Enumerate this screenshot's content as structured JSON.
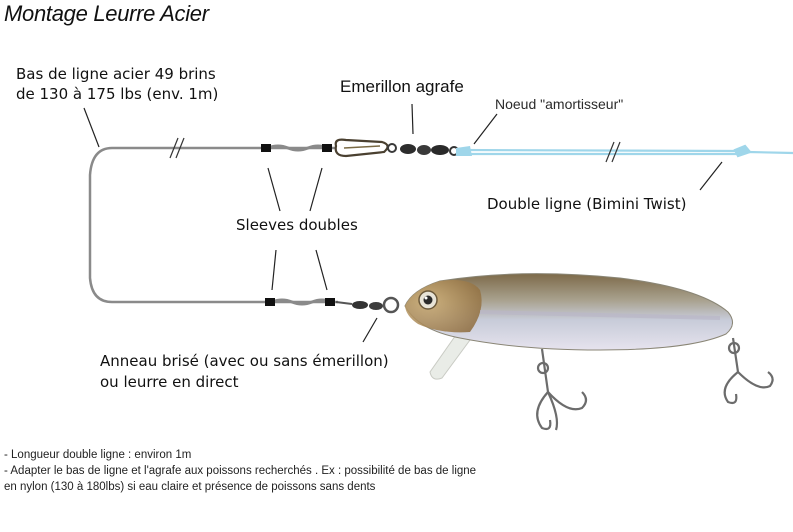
{
  "title": "Montage Leurre Acier",
  "labels": {
    "leader_line1": "Bas de ligne acier 49 brins",
    "leader_line2": "de 130 à 175 lbs (env. 1m)",
    "swivel": "Emerillon agrafe",
    "knot": "Noeud \"amortisseur\"",
    "sleeves": "Sleeves doubles",
    "double_line": "Double ligne (Bimini Twist)",
    "ring_line1": "Anneau brisé (avec ou sans émerillon)",
    "ring_line2": "ou leurre en direct"
  },
  "notes": [
    "- Longueur double ligne : environ 1m",
    "- Adapter le bas de ligne et l'agrafe aux poissons recherchés . Ex : possibilité de bas de ligne",
    "en nylon (130 à 180lbs) si eau claire et présence de poissons sans dents"
  ],
  "colors": {
    "wire": "#8a8a8a",
    "double_line": "#9fd6ea",
    "sleeve": "#111111",
    "lure_back": "#8c7a5a",
    "lure_belly": "#c9d0e2"
  }
}
